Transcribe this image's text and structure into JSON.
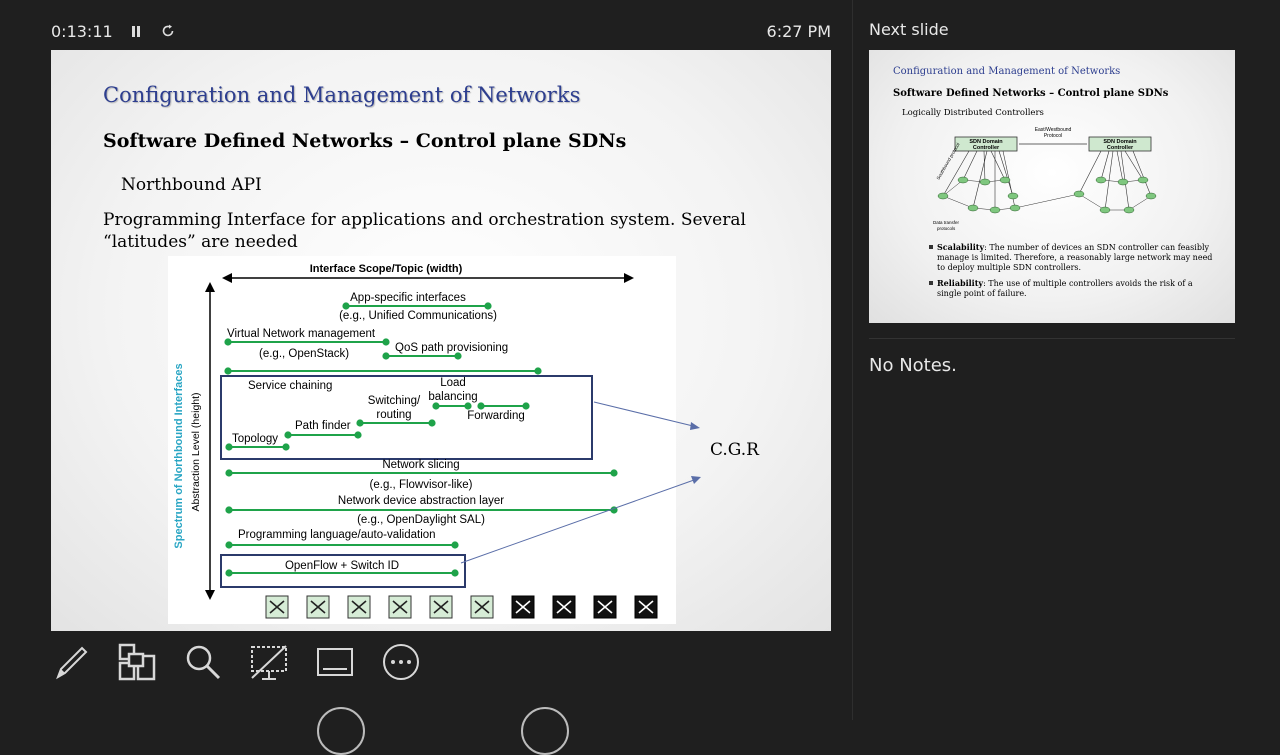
{
  "presenter": {
    "timer": "0:13:11",
    "clock": "6:27 PM",
    "pause_icon": "pause-icon",
    "restart_icon": "restart-icon"
  },
  "slide": {
    "header": "Configuration and Management of Networks",
    "title": "Software Defined Networks – Control plane SDNs",
    "subtitle": "Northbound API",
    "body_line1": "Programming Interface for applications and orchestration system. Several",
    "body_line2": "“latitudes” are needed",
    "annotation": "C.G.R",
    "figure": {
      "x_axis_label": "Interface Scope/Topic (width)",
      "y_axis_label": "Abstraction Level (height)",
      "side_label": "Spectrum of Northbound Interfaces",
      "items": {
        "app_specific": "App-specific interfaces",
        "app_specific_eg": "(e.g., Unified Communications)",
        "vnm": "Virtual Network management",
        "vnm_eg": "(e.g., OpenStack)",
        "qos": "QoS path provisioning",
        "service_chaining": "Service chaining",
        "load_1": "Load",
        "load_2": "balancing",
        "switching_1": "Switching/",
        "switching_2": "routing",
        "forwarding": "Forwarding",
        "path_finder": "Path finder",
        "topology": "Topology",
        "net_slicing": "Network slicing",
        "net_slicing_eg": "(e.g., Flowvisor-like)",
        "ndal": "Network device abstraction layer",
        "ndal_eg": "(e.g., OpenDaylight SAL)",
        "prog_lang": "Programming language/auto-validation",
        "openflow": "OpenFlow + Switch ID"
      }
    }
  },
  "toolbar": {
    "pen": "pen-icon",
    "see_all_slides": "slides-grid-icon",
    "zoom": "magnifier-icon",
    "screen": "screen-icon",
    "subtitles": "subtitles-icon",
    "more": "more-options-icon"
  },
  "next_slide": {
    "label": "Next slide",
    "header": "Configuration and Management of Networks",
    "title": "Software Defined Networks – Control plane SDNs",
    "subtitle": "Logically Distributed Controllers",
    "diagram": {
      "controller": "SDN Domain Controller",
      "controller_a": "SDN Domain",
      "controller_b": "Controller",
      "eastwest_1": "East/Westbound",
      "eastwest_2": "Protocol",
      "southbound": "Southbound protocol",
      "data_transfer_1": "Data transfer",
      "data_transfer_2": "protocols"
    },
    "bullets": [
      {
        "term": "Scalability",
        "text": ": The number of devices an SDN controller can feasibly manage is limited. Therefore, a reasonably large network may need to deploy multiple SDN controllers."
      },
      {
        "term": "Reliability",
        "text": ": The use of multiple controllers avoids the risk of a single point of failure."
      }
    ]
  },
  "notes": {
    "text": "No Notes."
  },
  "colors": {
    "background": "#1f1f1f",
    "slide_header": "#2d3e8f",
    "interface_line": "#1fa34a",
    "side_label": "#2aa6c4",
    "box_border": "#2b3a6b"
  }
}
